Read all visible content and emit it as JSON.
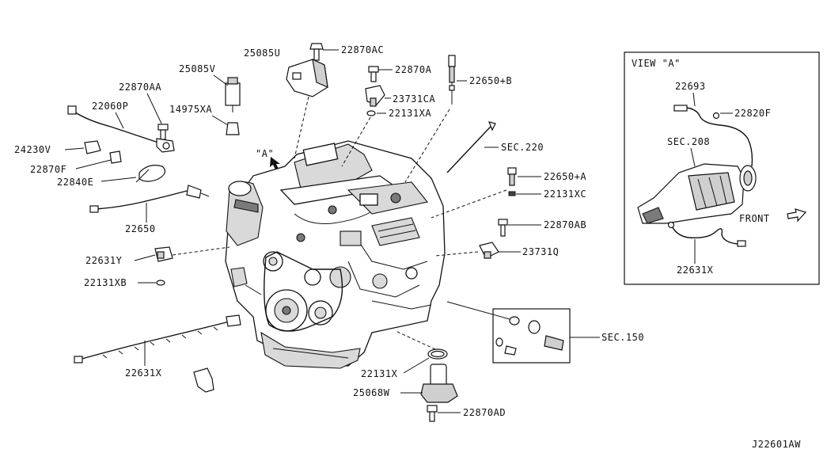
{
  "diagram_id": "J22601AW",
  "view_a": {
    "title": "VIEW \"A\"",
    "front_label": "FRONT",
    "labels": {
      "p22693": "22693",
      "p22820f": "22820F",
      "sec208": "SEC.208",
      "p22631x": "22631X"
    }
  },
  "callouts": {
    "a_marker": "\"A\"",
    "p25085u": "25085U",
    "p22870ac": "22870AC",
    "p25085v": "25085V",
    "p22870a": "22870A",
    "p22650b": "22650+B",
    "p22870aa": "22870AA",
    "p23731ca": "23731CA",
    "p22060p": "22060P",
    "p14975xa": "14975XA",
    "p22131xa": "22131XA",
    "p24230v": "24230V",
    "sec220": "SEC.220",
    "p22870f": "22870F",
    "p22840e": "22840E",
    "p22650a": "22650+A",
    "p22131xc": "22131XC",
    "p22650": "22650",
    "p22870ab": "22870AB",
    "p22631y": "22631Y",
    "p23731q": "23731Q",
    "p22131xb": "22131XB",
    "sec150": "SEC.150",
    "p22631x": "22631X",
    "p22131x": "22131X",
    "p25068w": "25068W",
    "p22870ad": "22870AD"
  }
}
